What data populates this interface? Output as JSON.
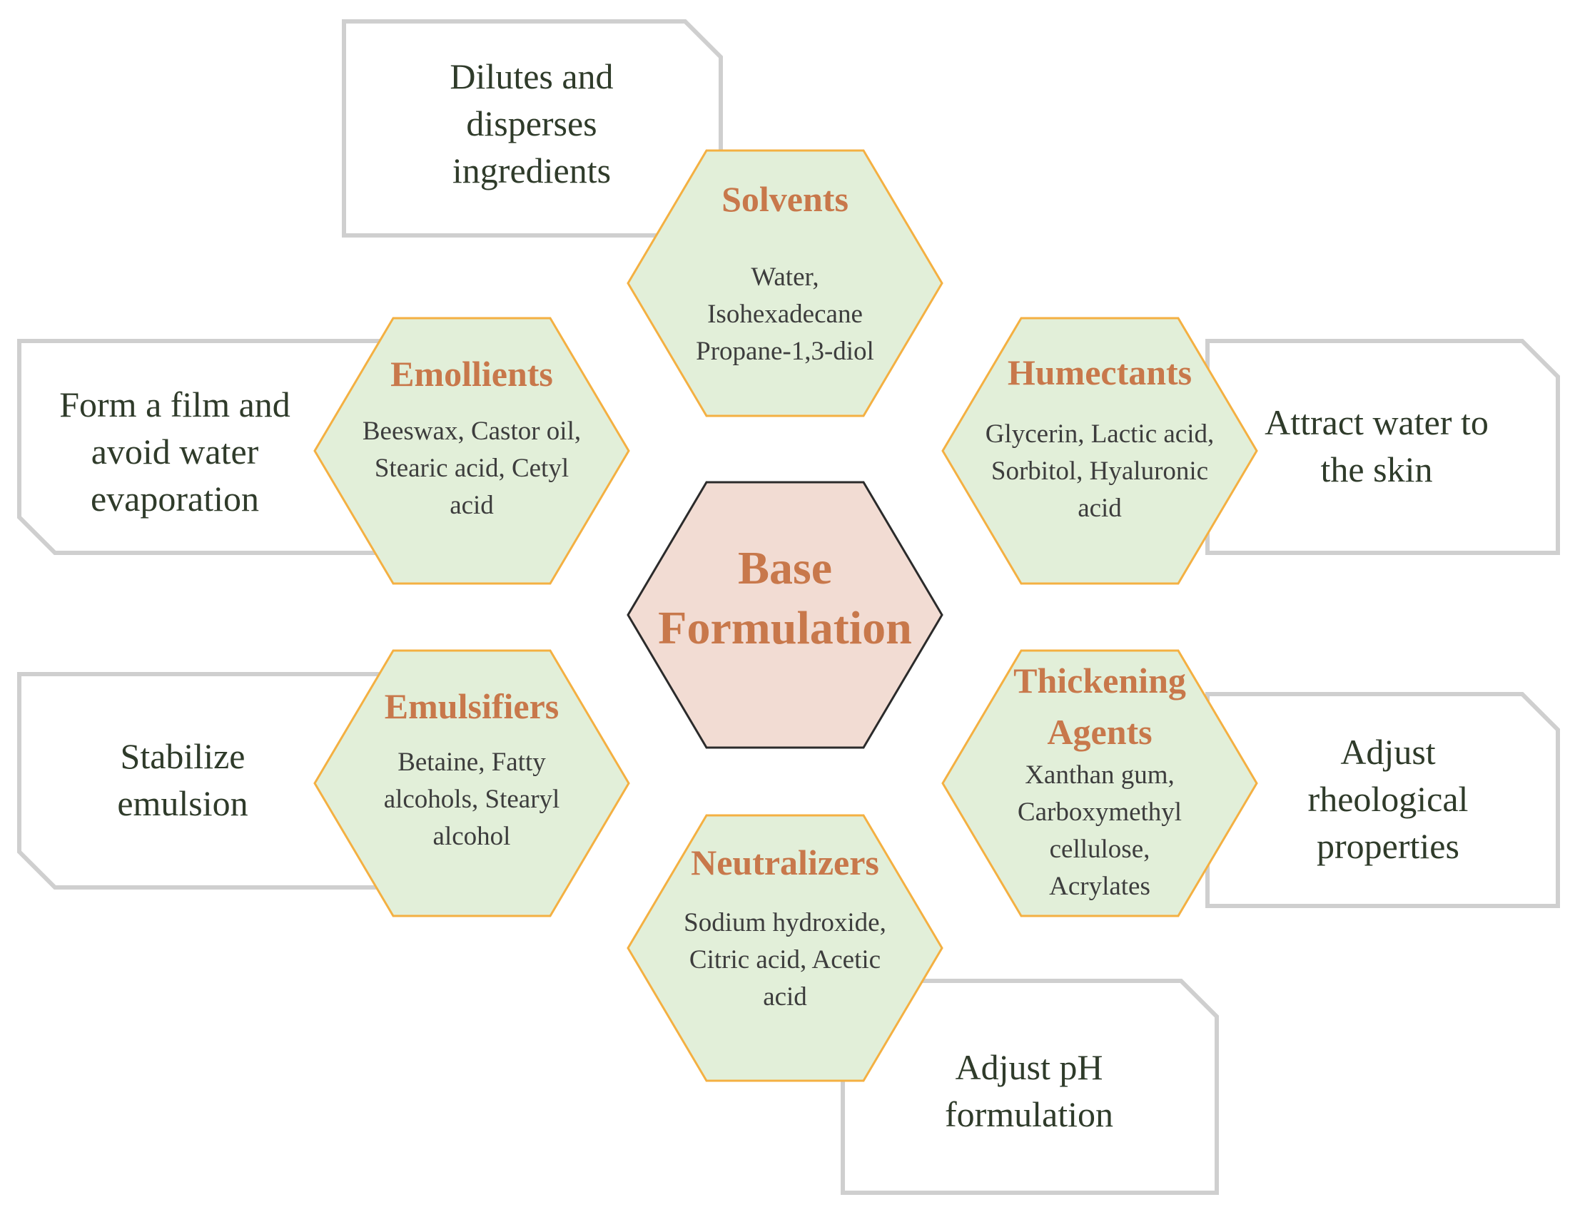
{
  "colors": {
    "hex_fill": "#e2efd9",
    "hex_stroke": "#f4b042",
    "center_fill": "#f2dcd3",
    "center_stroke": "#2b2b2b",
    "title_color": "#c8784b",
    "body_text": "#3d3d3d",
    "box_stroke": "#cfcfcf",
    "box_text": "#2f3b2a"
  },
  "center": {
    "lines": [
      "Base",
      "Formulation"
    ]
  },
  "nodes": [
    {
      "id": "solvents",
      "title": [
        "Solvents"
      ],
      "items": [
        "Water,",
        "Isohexadecane",
        "Propane-1,3-diol"
      ],
      "function": [
        "Dilutes and",
        "disperses",
        "ingredients"
      ]
    },
    {
      "id": "humectants",
      "title": [
        "Humectants"
      ],
      "items": [
        "Glycerin, Lactic acid,",
        "Sorbitol, Hyaluronic",
        "acid"
      ],
      "function": [
        "Attract water to",
        "the skin"
      ]
    },
    {
      "id": "thickening-agents",
      "title": [
        "Thickening",
        "Agents"
      ],
      "items": [
        "Xanthan gum,",
        "Carboxymethyl",
        "cellulose,",
        "Acrylates"
      ],
      "function": [
        "Adjust",
        "rheological",
        "properties"
      ]
    },
    {
      "id": "neutralizers",
      "title": [
        "Neutralizers"
      ],
      "items": [
        "Sodium hydroxide,",
        "Citric acid, Acetic",
        "acid"
      ],
      "function": [
        "Adjust pH",
        "formulation"
      ]
    },
    {
      "id": "emulsifiers",
      "title": [
        "Emulsifiers"
      ],
      "items": [
        "Betaine, Fatty",
        "alcohols, Stearyl",
        "alcohol"
      ],
      "function": [
        "Stabilize",
        "emulsion"
      ]
    },
    {
      "id": "emollients",
      "title": [
        "Emollients"
      ],
      "items": [
        "Beeswax, Castor oil,",
        "Stearic acid, Cetyl",
        "acid"
      ],
      "function": [
        "Form a film and",
        "avoid water",
        "evaporation"
      ]
    }
  ]
}
